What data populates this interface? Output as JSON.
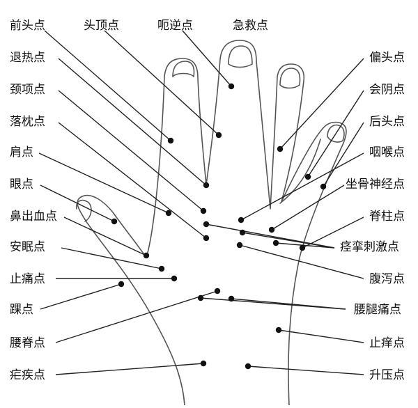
{
  "labels": {
    "qiantou": "前头点",
    "touding": "头顶点",
    "eni": "呃逆点",
    "jijiu": "急救点",
    "tuire": "退热点",
    "jingxiang": "颈项点",
    "laozhen": "落枕点",
    "jian": "肩点",
    "yan": "眼点",
    "bichuxue": "鼻出血点",
    "anmian": "安眠点",
    "zhitong": "止痛点",
    "huai": "踝点",
    "yaoji": "腰脊点",
    "nueji": "疟疾点",
    "piantou": "偏头点",
    "huiyin": "会阴点",
    "houtou": "后头点",
    "yanhou": "咽喉点",
    "zuogu": "坐骨神经点",
    "jizhu": "脊柱点",
    "jingluan": "痉挛刺激点",
    "fuxie": "腹泻点",
    "yaotui": "腰腿痛点",
    "zhiyang": "止痒点",
    "shengya": "升压点"
  }
}
